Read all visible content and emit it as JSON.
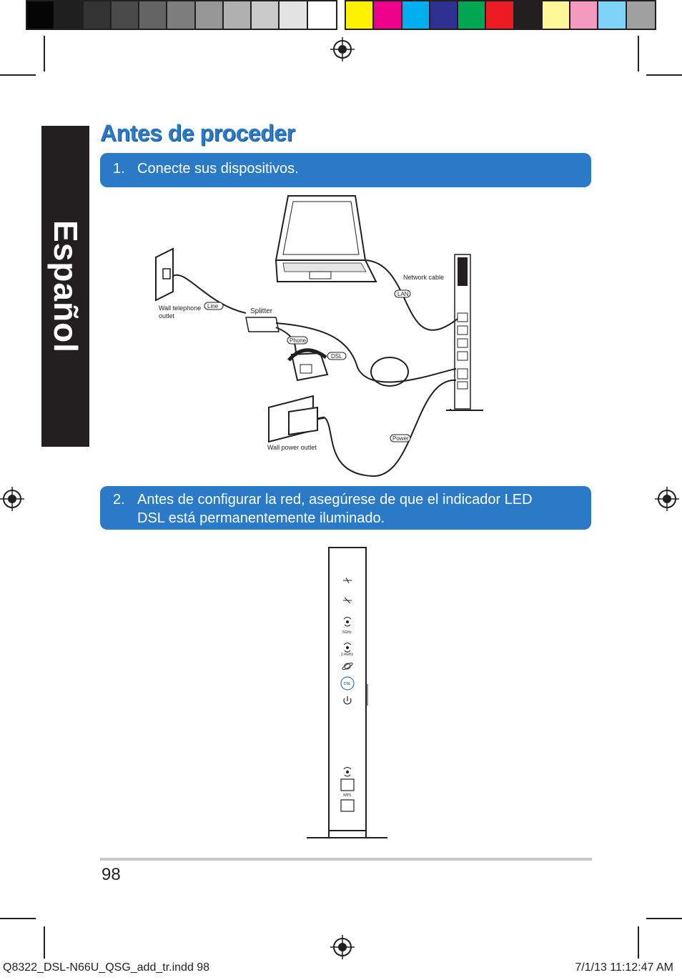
{
  "printer_marks": {
    "gray_swatches": [
      "#050505",
      "#1f1f1f",
      "#333333",
      "#4a4a4a",
      "#646464",
      "#7d7d7d",
      "#969696",
      "#b0b0b0",
      "#c9c9c9",
      "#e3e3e3",
      "#ffffff"
    ],
    "color_swatches": [
      "#fff200",
      "#ec008c",
      "#00aeef",
      "#2e3192",
      "#00a651",
      "#ed1c24",
      "#231f20",
      "#fff799",
      "#f49ac1",
      "#7dd3f7",
      "#a0a0a0"
    ]
  },
  "side_tab": {
    "label": "Español"
  },
  "title": "Antes de proceder",
  "steps": [
    {
      "number": "1.",
      "text": "Conecte sus dispositivos."
    },
    {
      "number": "2.",
      "text_line1": "Antes de configurar la red, asegúrese de que el indicador LED",
      "text_line2": "DSL está permanentemente iluminado."
    }
  ],
  "diagram1": {
    "network_cable": "Network cable",
    "lan": "LAN",
    "wall_telephone_1": "Wall telephone",
    "wall_telephone_2": "outlet",
    "line": "Line",
    "splitter": "Splitter",
    "phone": "Phone",
    "dsl": "DSL",
    "power": "Power",
    "wall_power_outlet": "Wall power outlet"
  },
  "diagram2": {
    "led_5ghz": "5GHz",
    "led_24ghz": "2.4GHz",
    "led_dsl": "DSL",
    "wps": "WPS"
  },
  "page_number": "98",
  "footer": {
    "filename": "Q8322_DSL-N66U_QSG_add_tr.indd   98",
    "datetime": "7/1/13   11:12:47 AM"
  },
  "colors": {
    "accent_blue": "#2a7ac8",
    "dark": "#231f20"
  }
}
